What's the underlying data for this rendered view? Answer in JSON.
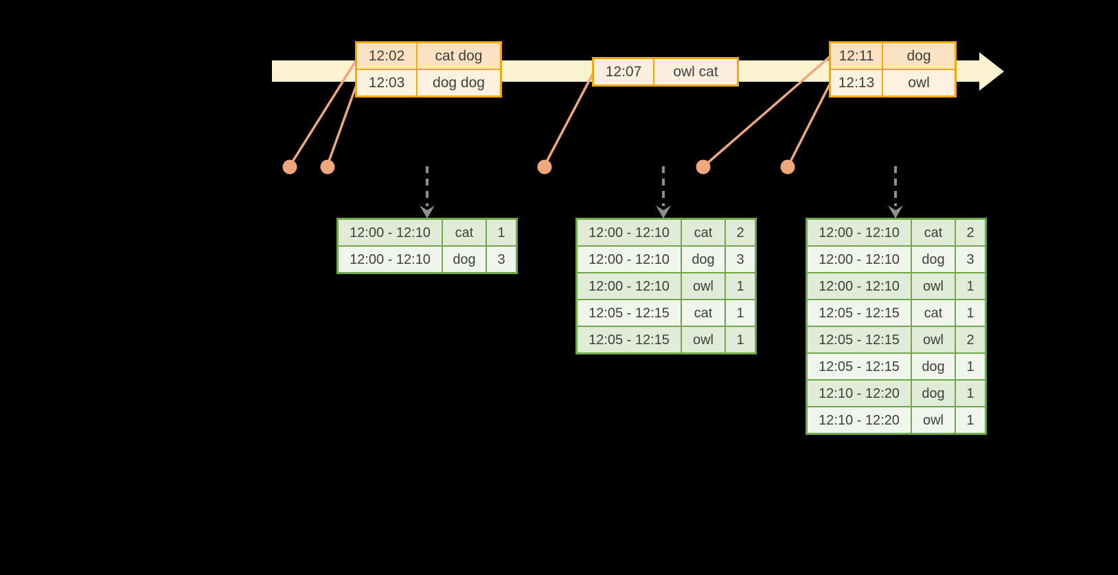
{
  "colors": {
    "background": "#000000",
    "timeline-band": "#fbf2cf",
    "event-border": "#f1a80b",
    "event-row-dark": "#fbe2c2",
    "event-row-light": "#fdf2e0",
    "event-row-mid": "#fceedd",
    "result-border": "#70a84a",
    "result-row-dark": "#e0ecd7",
    "result-row-light": "#f1f6ec",
    "connector": "#efa77d",
    "arrow-gray": "#8f8f8f",
    "text": "#3e3e3e"
  },
  "event_tables": [
    {
      "rows": [
        {
          "time": "12:02",
          "words": "cat dog"
        },
        {
          "time": "12:03",
          "words": "dog dog"
        }
      ]
    },
    {
      "rows": [
        {
          "time": "12:07",
          "words": "owl cat"
        }
      ]
    },
    {
      "rows": [
        {
          "time": "12:11",
          "words": "dog"
        },
        {
          "time": "12:13",
          "words": "owl"
        }
      ]
    }
  ],
  "result_tables": [
    {
      "rows": [
        {
          "window": "12:00 - 12:10",
          "word": "cat",
          "count": "1"
        },
        {
          "window": "12:00 - 12:10",
          "word": "dog",
          "count": "3"
        }
      ]
    },
    {
      "rows": [
        {
          "window": "12:00 - 12:10",
          "word": "cat",
          "count": "2"
        },
        {
          "window": "12:00 - 12:10",
          "word": "dog",
          "count": "3"
        },
        {
          "window": "12:00 - 12:10",
          "word": "owl",
          "count": "1"
        },
        {
          "window": "12:05 - 12:15",
          "word": "cat",
          "count": "1"
        },
        {
          "window": "12:05 - 12:15",
          "word": "owl",
          "count": "1"
        }
      ]
    },
    {
      "rows": [
        {
          "window": "12:00 - 12:10",
          "word": "cat",
          "count": "2"
        },
        {
          "window": "12:00 - 12:10",
          "word": "dog",
          "count": "3"
        },
        {
          "window": "12:00 - 12:10",
          "word": "owl",
          "count": "1"
        },
        {
          "window": "12:05 - 12:15",
          "word": "cat",
          "count": "1"
        },
        {
          "window": "12:05 - 12:15",
          "word": "owl",
          "count": "2"
        },
        {
          "window": "12:05 - 12:15",
          "word": "dog",
          "count": "1"
        },
        {
          "window": "12:10 - 12:20",
          "word": "dog",
          "count": "1"
        },
        {
          "window": "12:10 - 12:20",
          "word": "owl",
          "count": "1"
        }
      ]
    }
  ]
}
